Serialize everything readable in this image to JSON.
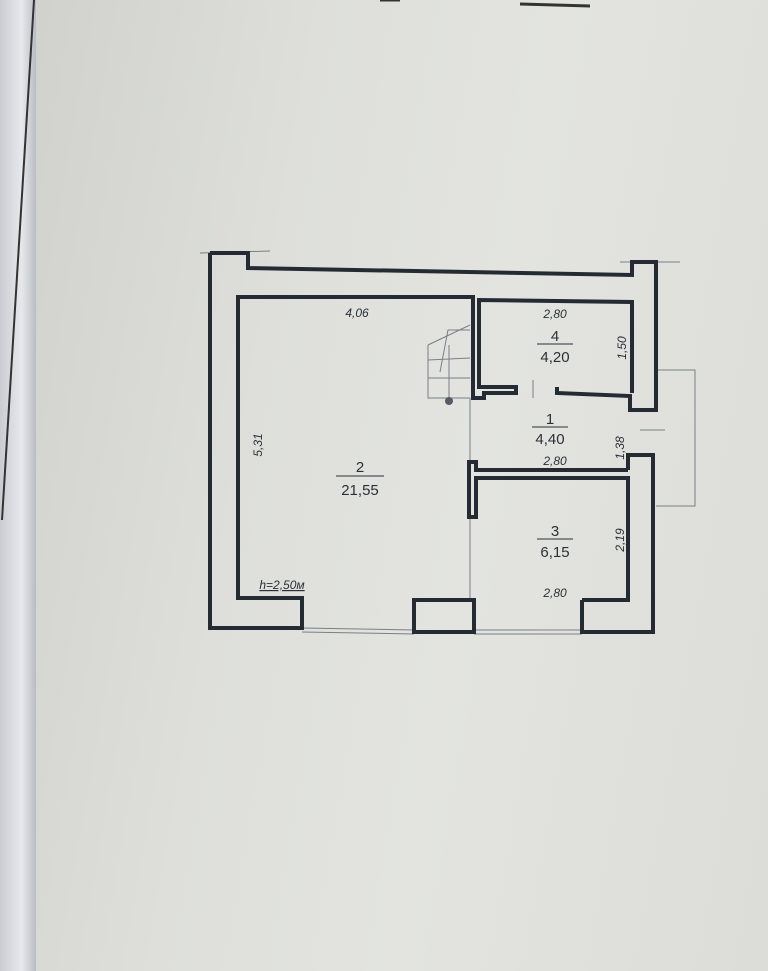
{
  "plan": {
    "ceiling_height": "h=2,50м",
    "rooms": [
      {
        "number": "1",
        "area": "4,40",
        "width": "2,80",
        "depth": "1,38"
      },
      {
        "number": "2",
        "area": "21,55",
        "width": "4,06",
        "depth": "5,31"
      },
      {
        "number": "3",
        "area": "6,15",
        "width": "2,80",
        "depth": "2,19"
      },
      {
        "number": "4",
        "area": "4,20",
        "width": "2,80",
        "depth": "1,50"
      }
    ],
    "room3_bottom_width": "2,80"
  }
}
